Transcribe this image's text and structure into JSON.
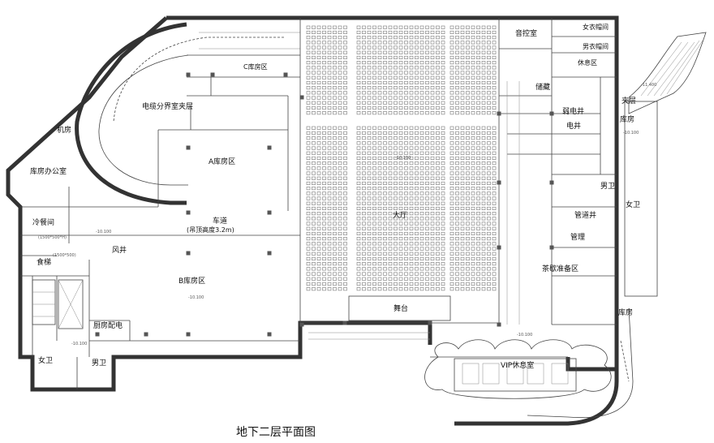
{
  "title": "地下二层平面图",
  "rooms": {
    "audio_control": "音控室",
    "womens_changing": "女衣帽间",
    "mens_changing": "男衣帽间",
    "rest_area": "休息区",
    "storage": "储藏",
    "weak_current_shaft": "弱电井",
    "electrical_shaft": "电井",
    "mezzanine": "夹层",
    "warehouse_right": "库房",
    "c_warehouse": "C库房区",
    "cable_room": "电缆分界室夹层",
    "machine_room": "机房",
    "warehouse_office": "库房办公室",
    "a_warehouse": "A库房区",
    "cold_room": "冷餐间",
    "lane": "车道",
    "lane_note": "(吊顶高度3.2m)",
    "wind_shaft": "风井",
    "food_lift": "食梯",
    "b_warehouse": "B库房区",
    "kitchen_power": "厨房配电",
    "womens_toilet_left": "女卫",
    "mens_toilet_left": "男卫",
    "hall": "大厅",
    "stage": "舞台",
    "mens_toilet_right": "男卫",
    "womens_toilet_right": "女卫",
    "pipe_shaft": "管道井",
    "management": "管理",
    "tea_prep": "茶歇准备区",
    "warehouse_lower_right": "库房",
    "vip_lounge": "VIP休息室"
  },
  "elevations": {
    "a": "-10.100",
    "b": "-10.100",
    "c": "-10.100",
    "d": "-10.100",
    "e": "-10.100",
    "f": "-10.100",
    "g": "-10.100"
  },
  "notes": {
    "louver": "(1500*500*H)",
    "shaft_size": "(1500*500)",
    "elev_note": "-10.100",
    "ramp": "-11.400"
  }
}
